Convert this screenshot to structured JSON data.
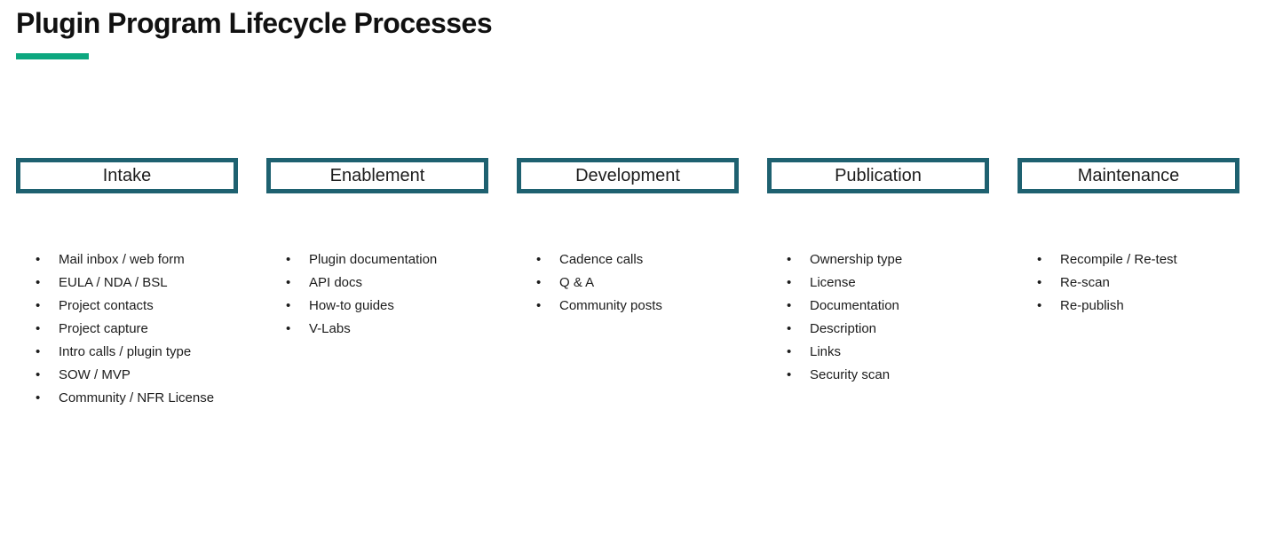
{
  "page": {
    "title": "Plugin Program Lifecycle Processes",
    "accent_color": "#0ca77f",
    "box_border_color": "#1e6170"
  },
  "columns": [
    {
      "header": "Intake",
      "items": [
        "Mail inbox / web form",
        "EULA / NDA / BSL",
        "Project contacts",
        "Project capture",
        "Intro calls / plugin type",
        "SOW / MVP",
        "Community / NFR License"
      ]
    },
    {
      "header": "Enablement",
      "items": [
        "Plugin documentation",
        "API docs",
        "How-to guides",
        "V-Labs"
      ]
    },
    {
      "header": "Development",
      "items": [
        "Cadence calls",
        "Q & A",
        "Community posts"
      ]
    },
    {
      "header": "Publication",
      "items": [
        "Ownership type",
        "License",
        "Documentation",
        "Description",
        "Links",
        "Security scan"
      ]
    },
    {
      "header": "Maintenance",
      "items": [
        "Recompile / Re-test",
        "Re-scan",
        "Re-publish"
      ]
    }
  ]
}
